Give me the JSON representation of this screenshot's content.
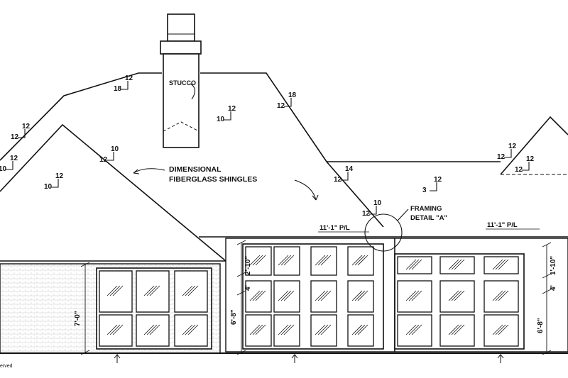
{
  "labels": {
    "stucco": "STUCCO",
    "shingles_line1": "DIMENSIONAL",
    "shingles_line2": "FIBERGLASS SHINGLES",
    "framing_line1": "FRAMING",
    "framing_line2": "DETAIL \"A\"",
    "plate_left": "11'-1\" P/L",
    "plate_right": "11'-1\" P/L",
    "dim_left_wall": "7'-0\"",
    "dim_center_upper": "2'-10\"",
    "dim_center_mid": "4'",
    "dim_center_lower": "6'-8\"",
    "dim_right_upper": "1'-10\"",
    "dim_right_mid": "4'",
    "dim_right_lower": "6'-8\"",
    "copyright": "erved"
  },
  "pitches": [
    {
      "rise": "18",
      "run": "12"
    },
    {
      "rise": "10",
      "run": "12"
    },
    {
      "rise": "12",
      "run": "18"
    },
    {
      "rise": "12",
      "run": "12"
    },
    {
      "rise": "12",
      "run": "10"
    },
    {
      "rise": "10",
      "run": "12"
    },
    {
      "rise": "10",
      "run": "12"
    },
    {
      "rise": "12",
      "run": "14"
    },
    {
      "rise": "3",
      "run": "12"
    },
    {
      "rise": "12",
      "run": "10"
    },
    {
      "rise": "12",
      "run": "12"
    },
    {
      "rise": "12",
      "run": "12"
    }
  ]
}
